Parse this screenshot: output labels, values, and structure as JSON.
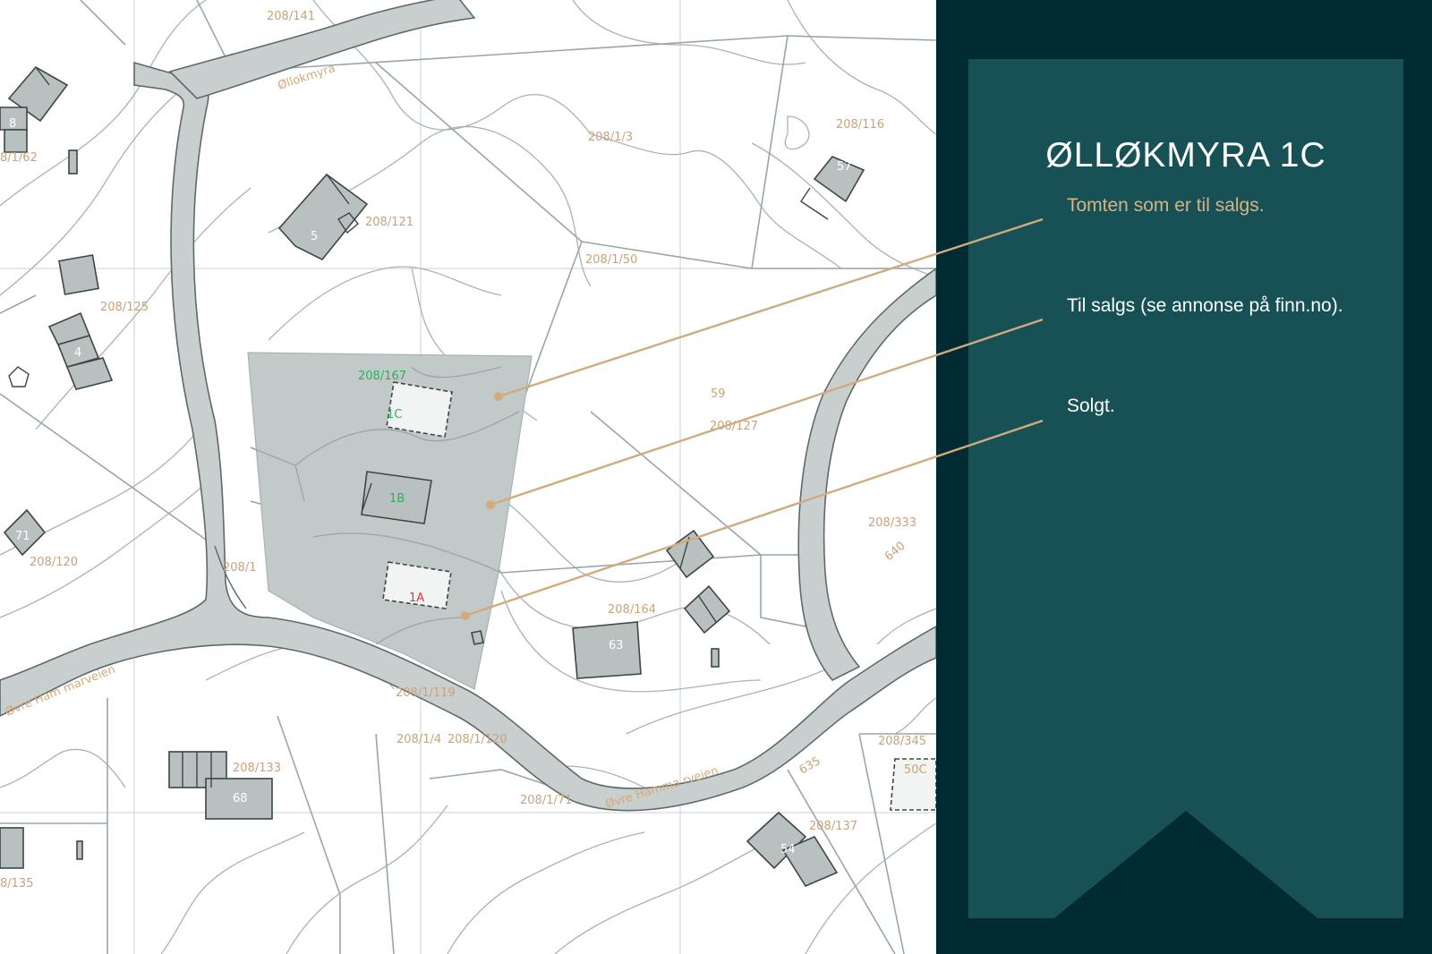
{
  "title": "ØLLØKMYRA 1C",
  "legend": [
    {
      "text": "Tomten som er til salgs.",
      "color": "#d9b383"
    },
    {
      "text": "Til salgs (se annonse på finn.no).",
      "color": "#ffffff"
    },
    {
      "text": "Solgt.",
      "color": "#ffffff"
    }
  ],
  "colors": {
    "panel_outer": "#002b33",
    "panel_inner": "#175156",
    "leader_line": "#d1ab7e",
    "map_bg": "#ffffff",
    "road_fill": "#c9cfcf",
    "plot_fill": "#c2c9c9"
  },
  "map": {
    "plots": {
      "p208_167": "208/167",
      "p208_141": "208/141",
      "p208_1_3": "208/1/3",
      "p208_116": "208/116",
      "p208_121": "208/121",
      "p208_1_50": "208/1/50",
      "p208_125": "208/125",
      "p208_127": "208/127",
      "p208_333": "208/333",
      "p208_120": "208/120",
      "p208_1": "208/1",
      "p208_164": "208/164",
      "p208_1_119": "208/1/119",
      "p208_1_4": "208/1/4",
      "p208_1_120": "208/1/120",
      "p208_133": "208/133",
      "p208_1_71": "208/1/71",
      "p208_345": "208/345",
      "p208_137": "208/137",
      "p208_1_62": "8/1/62",
      "p208_135": "8/135"
    },
    "lots": {
      "lot_1c": "1C",
      "lot_1b": "1B",
      "lot_1a": "1A"
    },
    "house_numbers": {
      "h8": "8",
      "h5": "5",
      "h4": "4",
      "h71": "71",
      "h57": "57",
      "h59": "59",
      "h63": "63",
      "h68": "68",
      "h54": "54",
      "h50c": "50C"
    },
    "contours": {
      "c640": "640",
      "c635": "635"
    },
    "roads": {
      "road_ollokmyra": "Øllokmyra",
      "road_ovre_1": "Øvre Ham marveien",
      "road_ovre_2": "Øvre Hamma rveien"
    }
  }
}
